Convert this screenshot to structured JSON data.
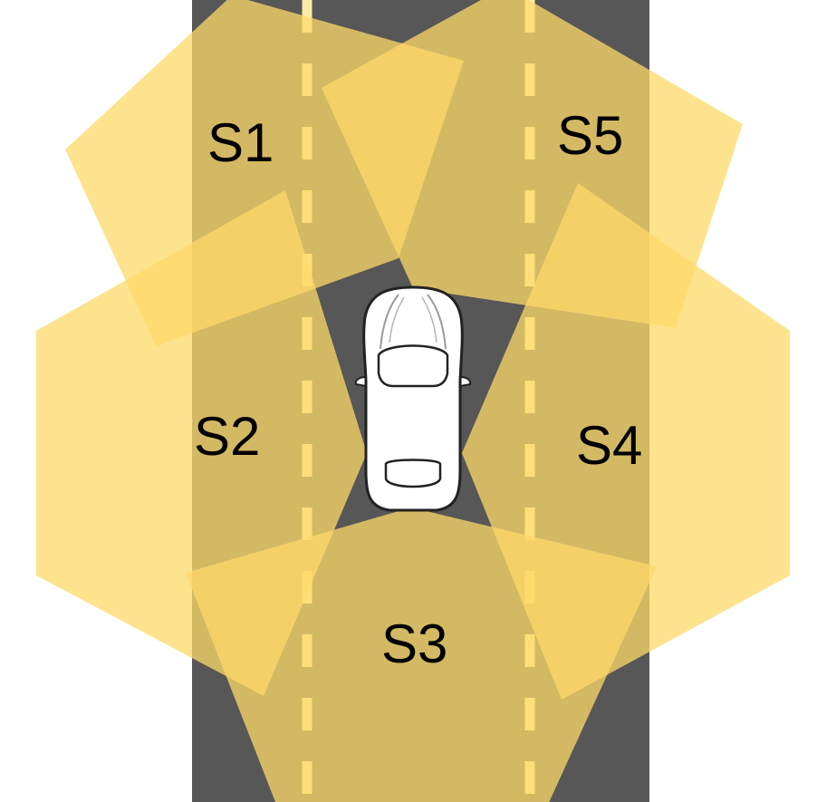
{
  "sensors": [
    {
      "id": "S1",
      "label": "S1"
    },
    {
      "id": "S2",
      "label": "S2"
    },
    {
      "id": "S3",
      "label": "S3"
    },
    {
      "id": "S4",
      "label": "S4"
    },
    {
      "id": "S5",
      "label": "S5"
    }
  ],
  "colors": {
    "road": "#575757",
    "lane_marking": "#fbe9a6",
    "sensor_fill": "#fdd968",
    "vehicle_body": "#ffffff",
    "vehicle_outline": "#222222",
    "background": "#ffffff"
  }
}
